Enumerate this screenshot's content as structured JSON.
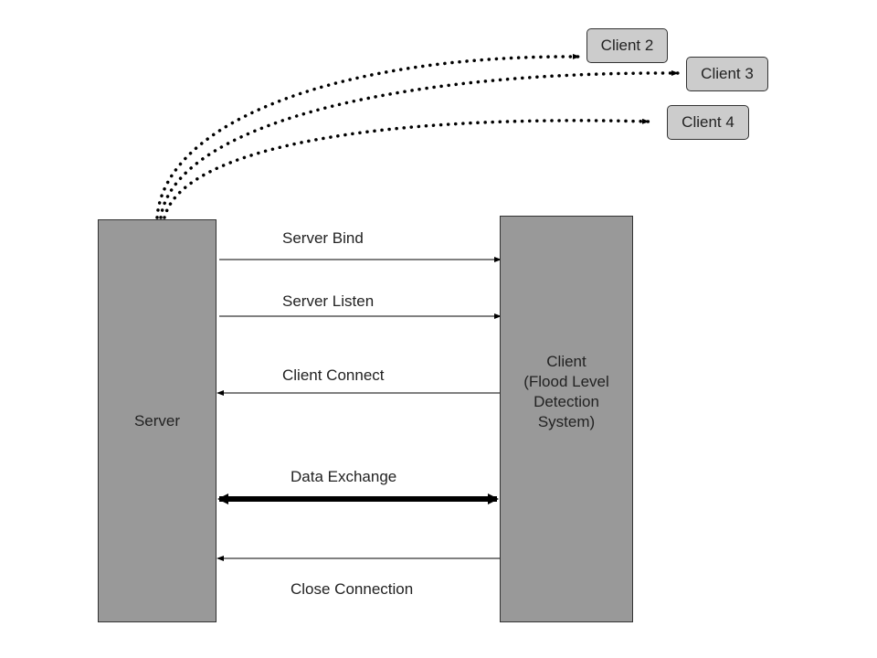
{
  "server": {
    "label": "Server"
  },
  "client": {
    "label": "Client\n(Flood Level\nDetection\nSystem)"
  },
  "remote_clients": [
    {
      "label": "Client 2"
    },
    {
      "label": "Client 3"
    },
    {
      "label": "Client 4"
    }
  ],
  "messages": [
    {
      "label": "Server Bind",
      "direction": "server-to-client",
      "style": "thin"
    },
    {
      "label": "Server Listen",
      "direction": "server-to-client",
      "style": "thin"
    },
    {
      "label": "Client Connect",
      "direction": "client-to-server",
      "style": "thin"
    },
    {
      "label": "Data Exchange",
      "direction": "bidirectional",
      "style": "thick"
    },
    {
      "label": "Close Connection",
      "direction": "client-to-server",
      "style": "thin"
    }
  ],
  "colors": {
    "lifeline_fill": "#999999",
    "client_box_fill": "#cccccc",
    "line": "#000000",
    "border": "#333333"
  }
}
